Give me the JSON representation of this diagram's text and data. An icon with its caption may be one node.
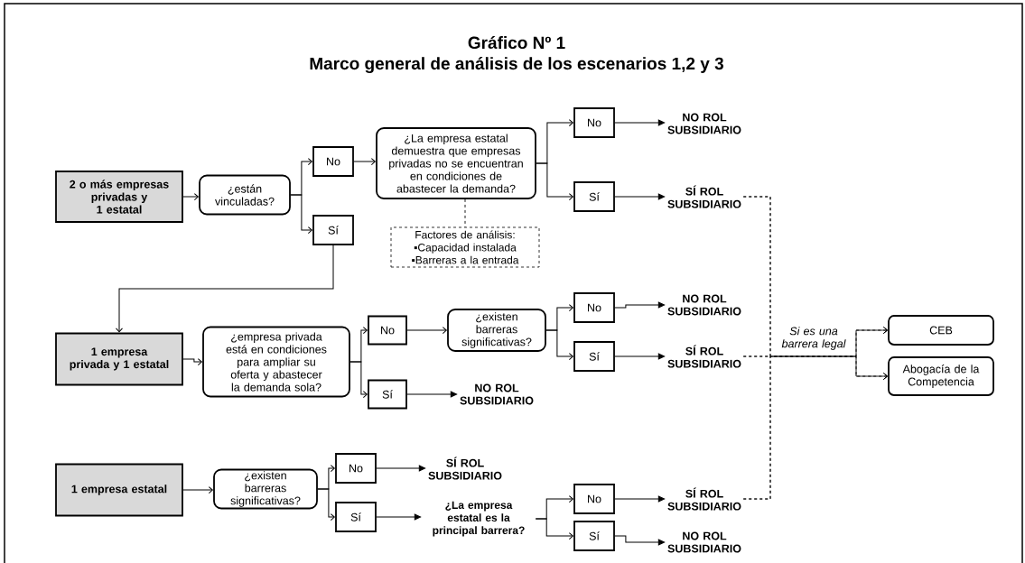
{
  "diagram": {
    "title": "Gráfico Nº 1",
    "labels": [
      "Marco general de análisis de los escenarios 1,2 y 3"
    ],
    "nodes": [
      {
        "text": [
          "2 o más empresas privadas y 1 estatal"
        ]
      },
      {
        "text": [
          "¿están vinculadas?"
        ]
      },
      {
        "text": [
          "No"
        ]
      },
      {
        "text": [
          "Sí"
        ]
      },
      {
        "text": [
          "¿La empresa estatal demuestra que empresas privadas no se encuentran en condiciones de abastecer la demanda?"
        ]
      },
      {
        "text": [
          "No"
        ]
      },
      {
        "text": [
          "Sí"
        ]
      },
      {
        "text": [
          "NO ROL SUBSIDIARIO"
        ]
      },
      {
        "text": [
          "SÍ ROL SUBSIDIARIO"
        ]
      },
      {
        "text": [
          "Factores de análisis:",
          "▪Capacidad instalada",
          "▪Barreras a la entrada"
        ]
      },
      {
        "text": [
          "1 empresa privada y 1 estatal"
        ]
      },
      {
        "text": [
          "¿empresa privada está en condiciones para ampliar su oferta y abastecer la demanda sola?"
        ]
      },
      {
        "text": [
          "No"
        ]
      },
      {
        "text": [
          "Sí"
        ]
      },
      {
        "text": [
          "¿existen barreras significativas?"
        ]
      },
      {
        "text": [
          "No"
        ]
      },
      {
        "text": [
          "Sí"
        ]
      },
      {
        "text": [
          "NO ROL SUBSIDIARIO"
        ]
      },
      {
        "text": [
          "SÍ ROL SUBSIDIARIO"
        ]
      },
      {
        "text": [
          "NO ROL SUBSIDIARIO"
        ]
      },
      {
        "text": [
          "CEB"
        ]
      },
      {
        "text": [
          "Abogacía de la Competencia"
        ]
      },
      {
        "text": [
          "1 empresa estatal"
        ]
      },
      {
        "text": [
          "¿existen barreras significativas?"
        ]
      },
      {
        "text": [
          "No"
        ]
      },
      {
        "text": [
          "Sí"
        ]
      },
      {
        "text": [
          "SÍ ROL SUBSIDIARIO"
        ]
      },
      {
        "text": [
          "¿La empresa estatal es la principal barrera?"
        ]
      },
      {
        "text": [
          "No"
        ]
      },
      {
        "text": [
          "Sí"
        ]
      },
      {
        "text": [
          "SÍ ROL SUBSIDIARIO"
        ]
      },
      {
        "text": [
          "NO ROL SUBSIDIARIO"
        ]
      }
    ],
    "edges": [
      {
        "from": 0,
        "to": 1,
        "arrow": "to"
      },
      {
        "from": 1,
        "to": 2,
        "arrow": "to"
      },
      {
        "from": 1,
        "to": 3,
        "arrow": "to"
      },
      {
        "from": 2,
        "to": 4,
        "arrow": "to"
      },
      {
        "from": 4,
        "to": 5,
        "arrow": "to"
      },
      {
        "from": 4,
        "to": 6,
        "arrow": "to"
      },
      {
        "from": 5,
        "to": 7,
        "arrow": "to"
      },
      {
        "from": 6,
        "to": 8,
        "arrow": "to"
      },
      {
        "from": 4,
        "to": 9,
        "arrow": "none",
        "style": "dashed"
      },
      {
        "from": 3,
        "to": 10,
        "arrow": "to"
      },
      {
        "from": 10,
        "to": 11,
        "arrow": "to"
      },
      {
        "from": 11,
        "to": 12,
        "arrow": "to"
      },
      {
        "from": 11,
        "to": 13,
        "arrow": "to"
      },
      {
        "from": 12,
        "to": 14,
        "arrow": "to"
      },
      {
        "from": 13,
        "to": 19,
        "arrow": "to"
      },
      {
        "from": 14,
        "to": 15,
        "arrow": "to"
      },
      {
        "from": 14,
        "to": 16,
        "arrow": "to"
      },
      {
        "from": 15,
        "to": 17,
        "arrow": "to"
      },
      {
        "from": 16,
        "to": 18,
        "arrow": "to"
      },
      {
        "from": 8,
        "to": 20,
        "arrow": "to",
        "style": "dashed"
      },
      {
        "from": 8,
        "to": 21,
        "arrow": "to",
        "style": "dashed"
      },
      {
        "from": 18,
        "to": 20,
        "arrow": "to",
        "style": "dashed",
        "label": "Si es una barrera legal"
      },
      {
        "from": 18,
        "to": 21,
        "arrow": "to",
        "style": "dashed"
      },
      {
        "from": 30,
        "to": 20,
        "arrow": "to",
        "style": "dashed"
      },
      {
        "from": 30,
        "to": 21,
        "arrow": "to",
        "style": "dashed"
      },
      {
        "from": 22,
        "to": 23,
        "arrow": "to"
      },
      {
        "from": 23,
        "to": 24,
        "arrow": "to"
      },
      {
        "from": 23,
        "to": 25,
        "arrow": "to"
      },
      {
        "from": 24,
        "to": 26,
        "arrow": "to"
      },
      {
        "from": 25,
        "to": 27,
        "arrow": "to"
      },
      {
        "from": 27,
        "to": 28,
        "arrow": "to"
      },
      {
        "from": 27,
        "to": 29,
        "arrow": "to"
      },
      {
        "from": 28,
        "to": 30,
        "arrow": "to"
      },
      {
        "from": 29,
        "to": 31,
        "arrow": "to"
      }
    ]
  }
}
